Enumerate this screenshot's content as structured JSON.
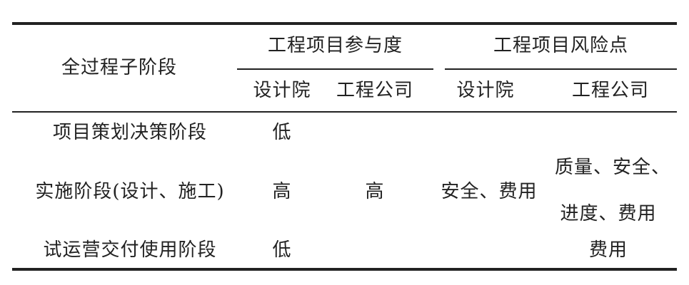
{
  "table": {
    "header": {
      "stage_col": "全过程子阶段",
      "group_participation": "工程项目参与度",
      "group_risk": "工程项目风险点",
      "sub_headers": [
        "设计院",
        "工程公司",
        "设计院",
        "工程公司"
      ]
    },
    "rows": [
      {
        "stage": "项目策划决策阶段",
        "participation_design_institute": "低",
        "participation_engineering_company": "",
        "risk_design_institute": "",
        "risk_engineering_company": ""
      },
      {
        "stage": "实施阶段(设计、施工)",
        "participation_design_institute": "高",
        "participation_engineering_company": "高",
        "risk_design_institute": "安全、费用",
        "risk_engineering_company_line1": "质量、安全、",
        "risk_engineering_company_line2": "进度、费用"
      },
      {
        "stage": "试运营交付使用阶段",
        "participation_design_institute": "低",
        "participation_engineering_company": "",
        "risk_design_institute": "",
        "risk_engineering_company": "费用"
      }
    ]
  }
}
